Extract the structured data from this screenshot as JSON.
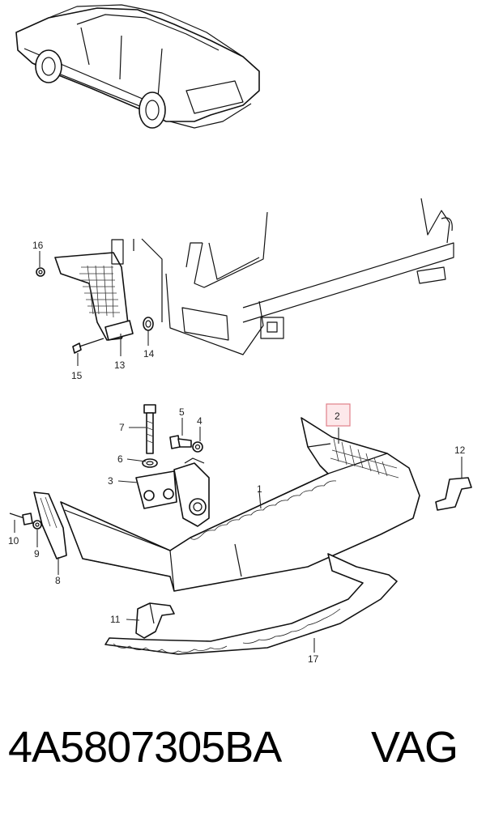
{
  "callouts": {
    "c1": "1",
    "c2": "2",
    "c3": "3",
    "c4": "4",
    "c5": "5",
    "c6": "6",
    "c7": "7",
    "c8": "8",
    "c9": "9",
    "c10": "10",
    "c11": "11",
    "c12": "12",
    "c13": "13",
    "c14": "14",
    "c15": "15",
    "c16": "16",
    "c17": "17"
  },
  "highlight_color": "#e0808a",
  "footer": {
    "part_number": "4A5807305BA",
    "brand": "VAG"
  }
}
